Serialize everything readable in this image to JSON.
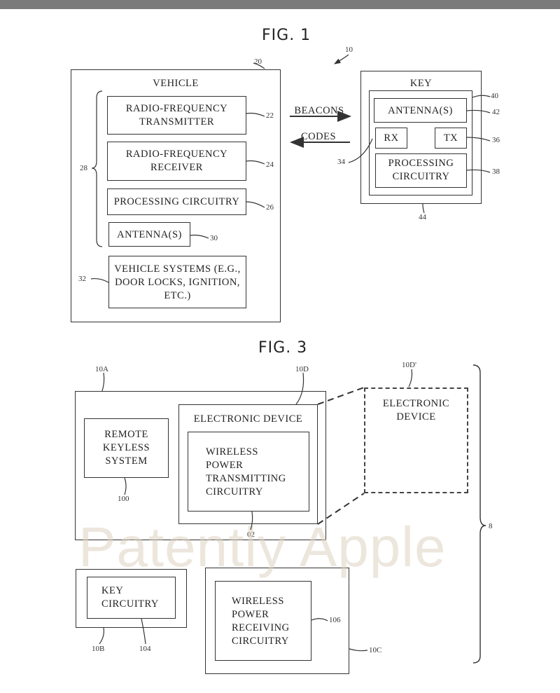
{
  "fig1": {
    "title": "FIG. 1",
    "system_ref": "10",
    "vehicle": {
      "ref": "20",
      "label": "VEHICLE",
      "rf_transmitter": {
        "label": "RADIO-FREQUENCY\nTRANSMITTER",
        "ref": "22"
      },
      "rf_receiver": {
        "label": "RADIO-FREQUENCY\nRECEIVER",
        "ref": "24"
      },
      "processing": {
        "label": "PROCESSING CIRCUITRY",
        "ref": "26"
      },
      "group_ref": "28",
      "antenna": {
        "label": "ANTENNA(S)",
        "ref": "30"
      },
      "systems": {
        "label": "VEHICLE SYSTEMS (E.G.,\nDOOR LOCKS, IGNITION,\nETC.)",
        "ref": "32"
      }
    },
    "beacons_label": "BEACONS",
    "codes_label": "CODES",
    "key": {
      "label": "KEY",
      "outer_ref": "44",
      "inner_ref": "40",
      "antenna": {
        "label": "ANTENNA(S)",
        "ref": "42"
      },
      "rx": {
        "label": "RX",
        "ref": "34"
      },
      "tx": {
        "label": "TX",
        "ref": "36"
      },
      "processing": {
        "label": "PROCESSING\nCIRCUITRY",
        "ref": "38"
      }
    }
  },
  "fig3": {
    "title": "FIG. 3",
    "group_ref": "8",
    "device_10a": {
      "ref": "10A",
      "remote_keyless": {
        "label": "REMOTE\nKEYLESS\nSYSTEM",
        "ref": "100"
      },
      "electronic_device": {
        "ref": "10D",
        "label": "ELECTRONIC DEVICE",
        "wpt": {
          "label": "WIRELESS\nPOWER\nTRANSMITTING\nCIRCUITRY",
          "ref": "02"
        }
      }
    },
    "device_10d_prime": {
      "ref": "10D'",
      "label": "ELECTRONIC\nDEVICE"
    },
    "device_10b": {
      "ref": "10B",
      "key_circuitry": {
        "label": "KEY\nCIRCUITRY",
        "ref": "104"
      }
    },
    "device_10c": {
      "ref": "10C",
      "wpr": {
        "label": "WIRELESS\nPOWER\nRECEIVING\nCIRCUITRY",
        "ref": "106"
      }
    }
  },
  "watermark": "Patently Apple"
}
